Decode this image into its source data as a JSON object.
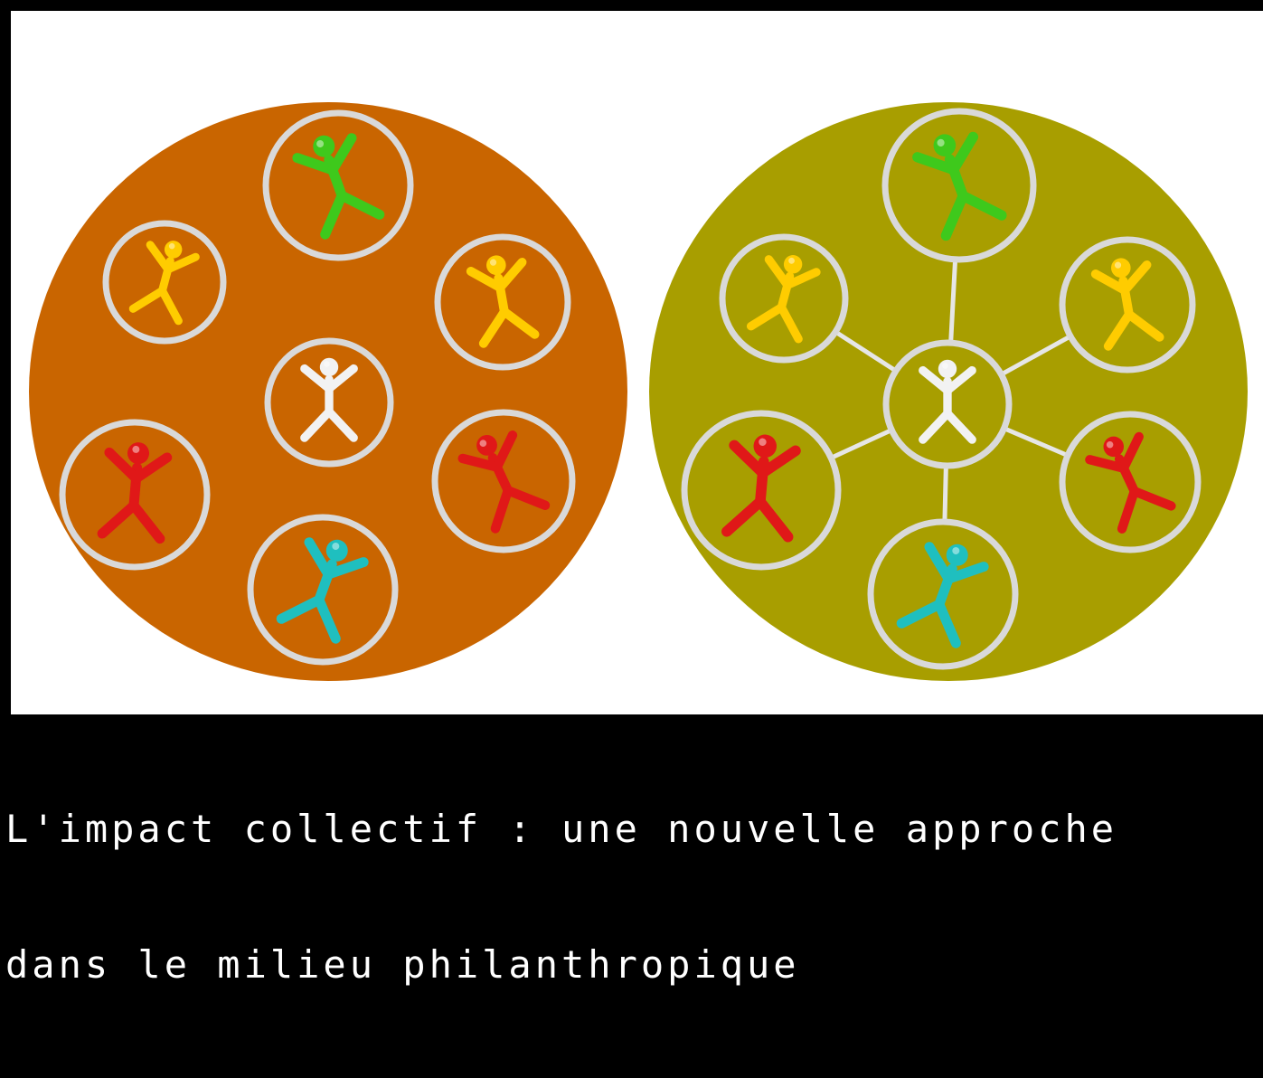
{
  "caption": {
    "line1": "L'impact collectif : une nouvelle approche",
    "line2": "dans le milieu philanthropique"
  },
  "colors": {
    "background": "#000000",
    "panel": "#ffffff",
    "left_circle": "#c96500",
    "right_circle": "#a89e00",
    "ring": "#d9d9d9",
    "caption_text": "#ffffff"
  },
  "illustration": {
    "left_panel": {
      "name": "separate",
      "figures": [
        {
          "name": "green-figure",
          "color": "#3ec91c"
        },
        {
          "name": "yellow-figure-left",
          "color": "#ffcc00"
        },
        {
          "name": "yellow-figure-right",
          "color": "#ffcc00"
        },
        {
          "name": "white-figure-center",
          "color": "#f2f2f2"
        },
        {
          "name": "red-figure-left",
          "color": "#e01818"
        },
        {
          "name": "red-figure-right",
          "color": "#e01818"
        },
        {
          "name": "teal-figure",
          "color": "#1fbfbf"
        }
      ],
      "connected": false
    },
    "right_panel": {
      "name": "connected",
      "figures": [
        {
          "name": "green-figure",
          "color": "#3ec91c"
        },
        {
          "name": "yellow-figure-left",
          "color": "#ffcc00"
        },
        {
          "name": "yellow-figure-right",
          "color": "#ffcc00"
        },
        {
          "name": "white-figure-center",
          "color": "#f2f2f2"
        },
        {
          "name": "red-figure-left",
          "color": "#e01818"
        },
        {
          "name": "red-figure-right",
          "color": "#e01818"
        },
        {
          "name": "teal-figure",
          "color": "#1fbfbf"
        }
      ],
      "connected": true
    }
  }
}
